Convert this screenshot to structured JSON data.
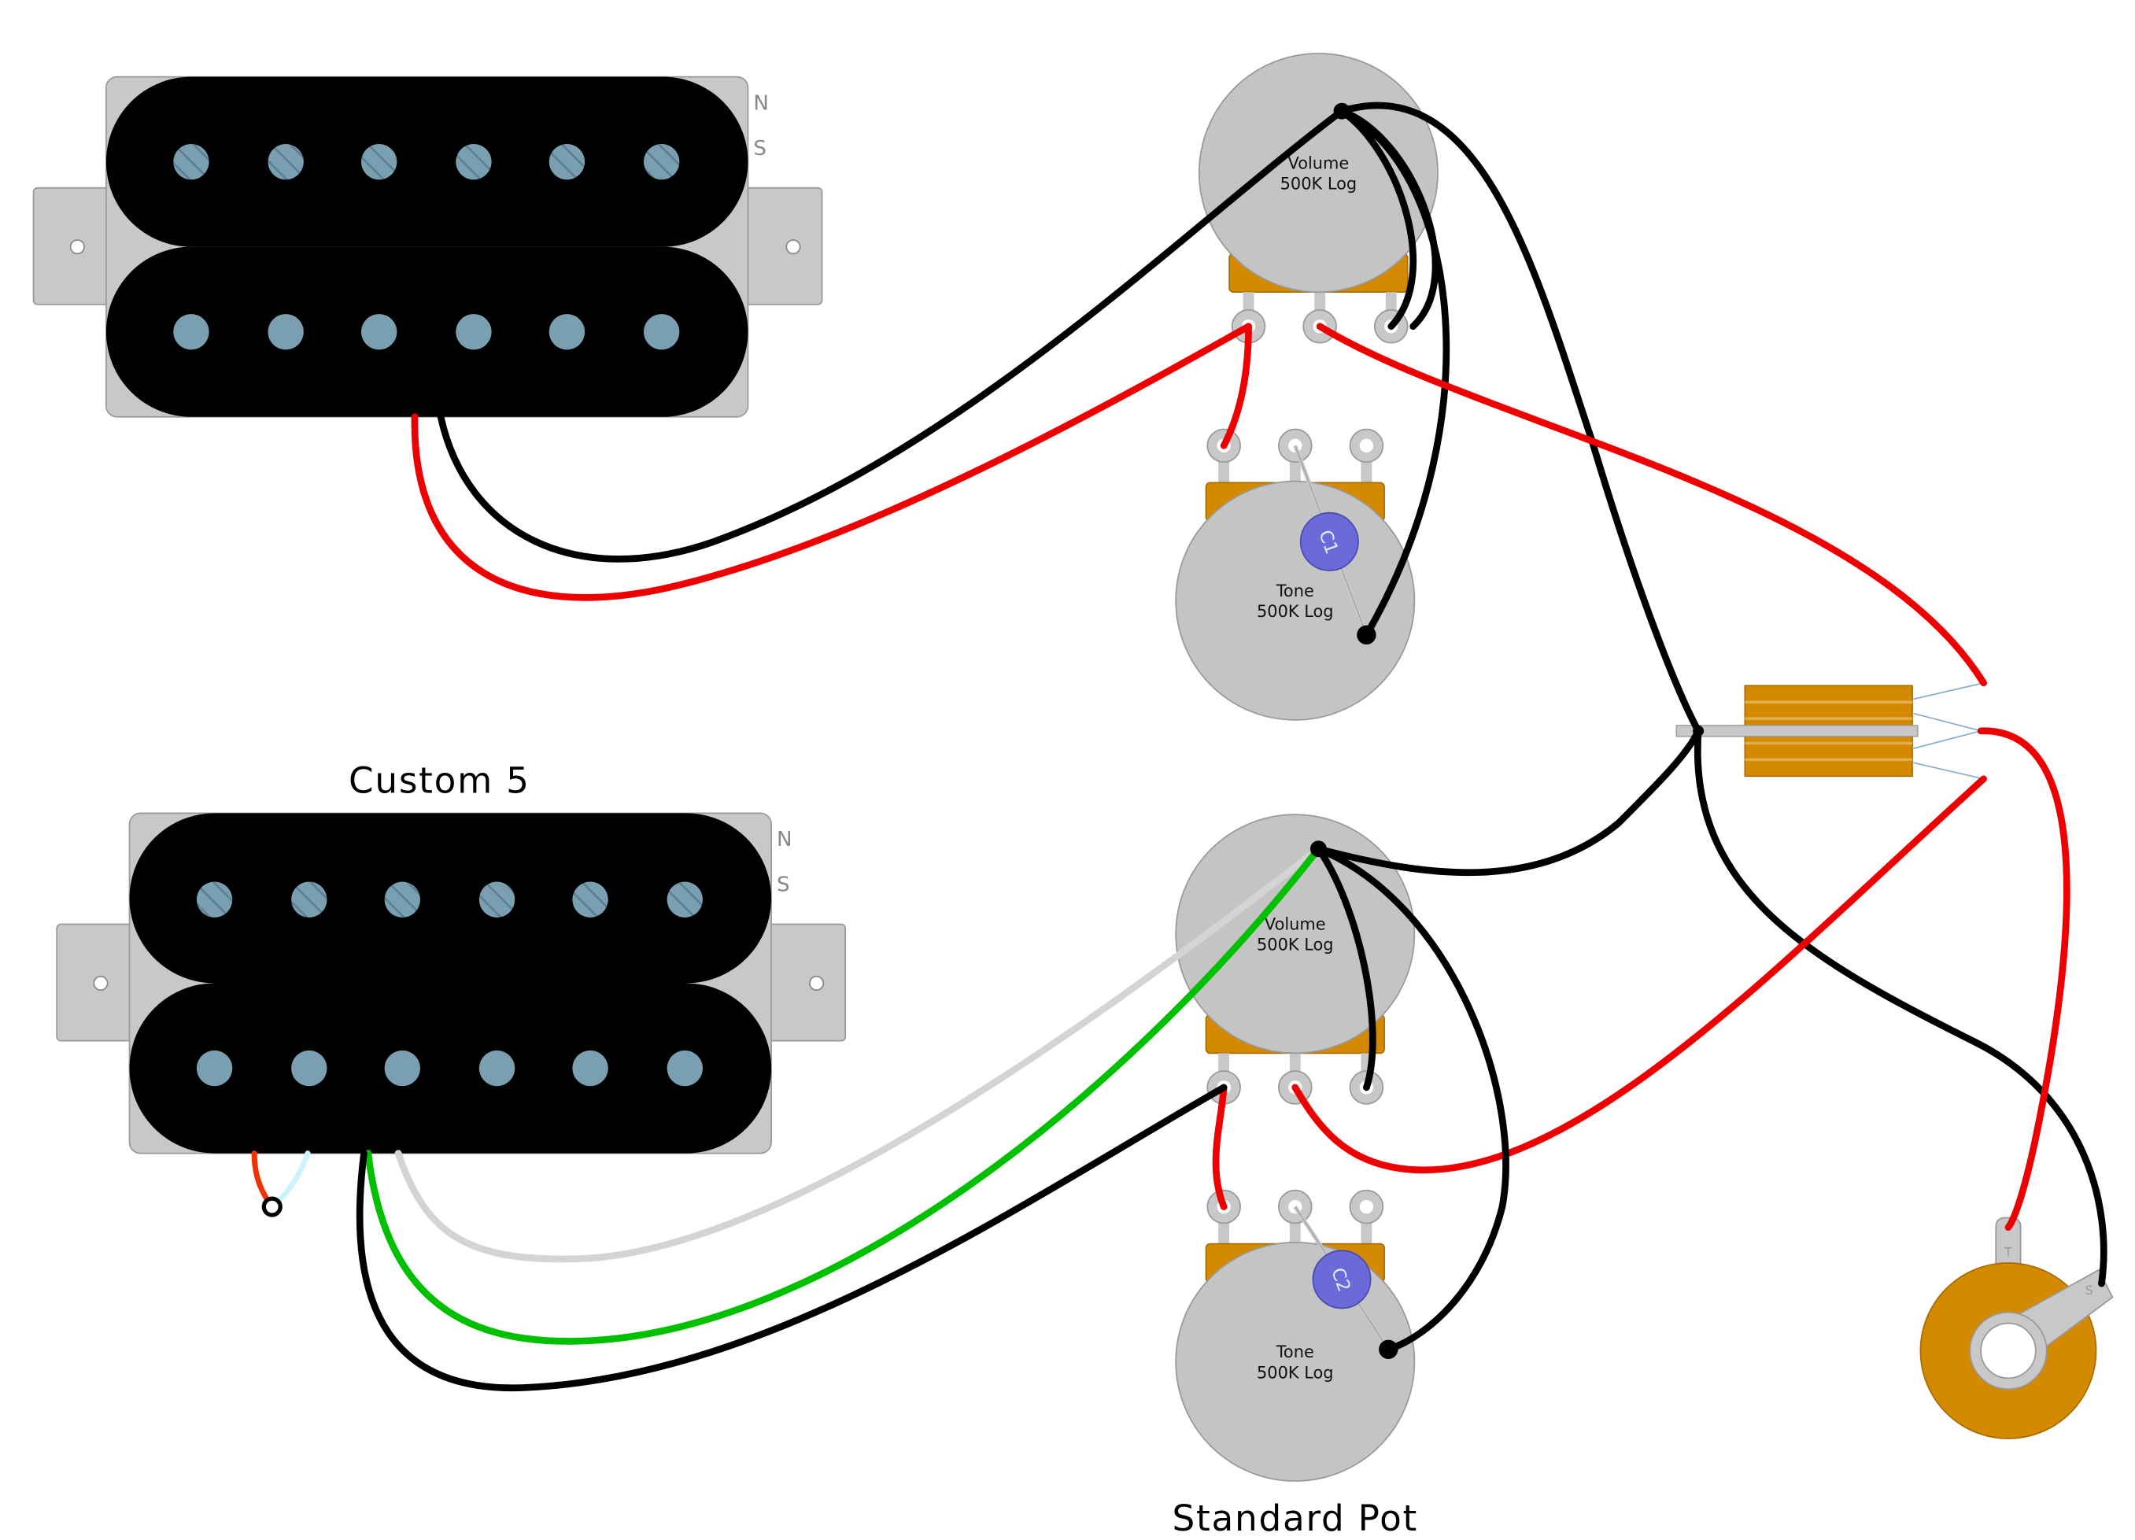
{
  "labels": {
    "pickup_name": "Custom 5",
    "pot_type": "Standard Pot"
  },
  "pickups": [
    {
      "id": "neck",
      "name": "",
      "north": "N",
      "south": "S",
      "body_color": "#000000",
      "pole_color": "#7a9fb1",
      "mount_color": "#c8c8c8",
      "screw_poles": true,
      "pole_count": 6
    },
    {
      "id": "bridge",
      "name": "Custom 5",
      "north": "N",
      "south": "S",
      "body_color": "#000000",
      "pole_color": "#7a9fb1",
      "mount_color": "#c8c8c8",
      "screw_poles": true,
      "pole_count": 6
    }
  ],
  "pots": [
    {
      "id": "vol-top",
      "label_line1": "Volume",
      "label_line2": "500K Log",
      "cap": ""
    },
    {
      "id": "tone-top",
      "label_line1": "Tone",
      "label_line2": "500K Log",
      "cap": "C1"
    },
    {
      "id": "vol-bottom",
      "label_line1": "Volume",
      "label_line2": "500K Log",
      "cap": ""
    },
    {
      "id": "tone-bottom",
      "label_line1": "Tone",
      "label_line2": "500K Log",
      "cap": "C2"
    }
  ],
  "jack": {
    "tip": "T",
    "sleeve": "S"
  },
  "colors": {
    "wire_red": "#ee0000",
    "wire_black": "#000000",
    "wire_green": "#00c000",
    "wire_white": "#d4d4d4",
    "wire_bare": "#c8c8c8",
    "pot_body": "#c4c4c4",
    "pot_case": "#d48a00",
    "cap": "#6a6ad8",
    "jack_body": "#d48a00",
    "switch_body": "#d48a00"
  }
}
